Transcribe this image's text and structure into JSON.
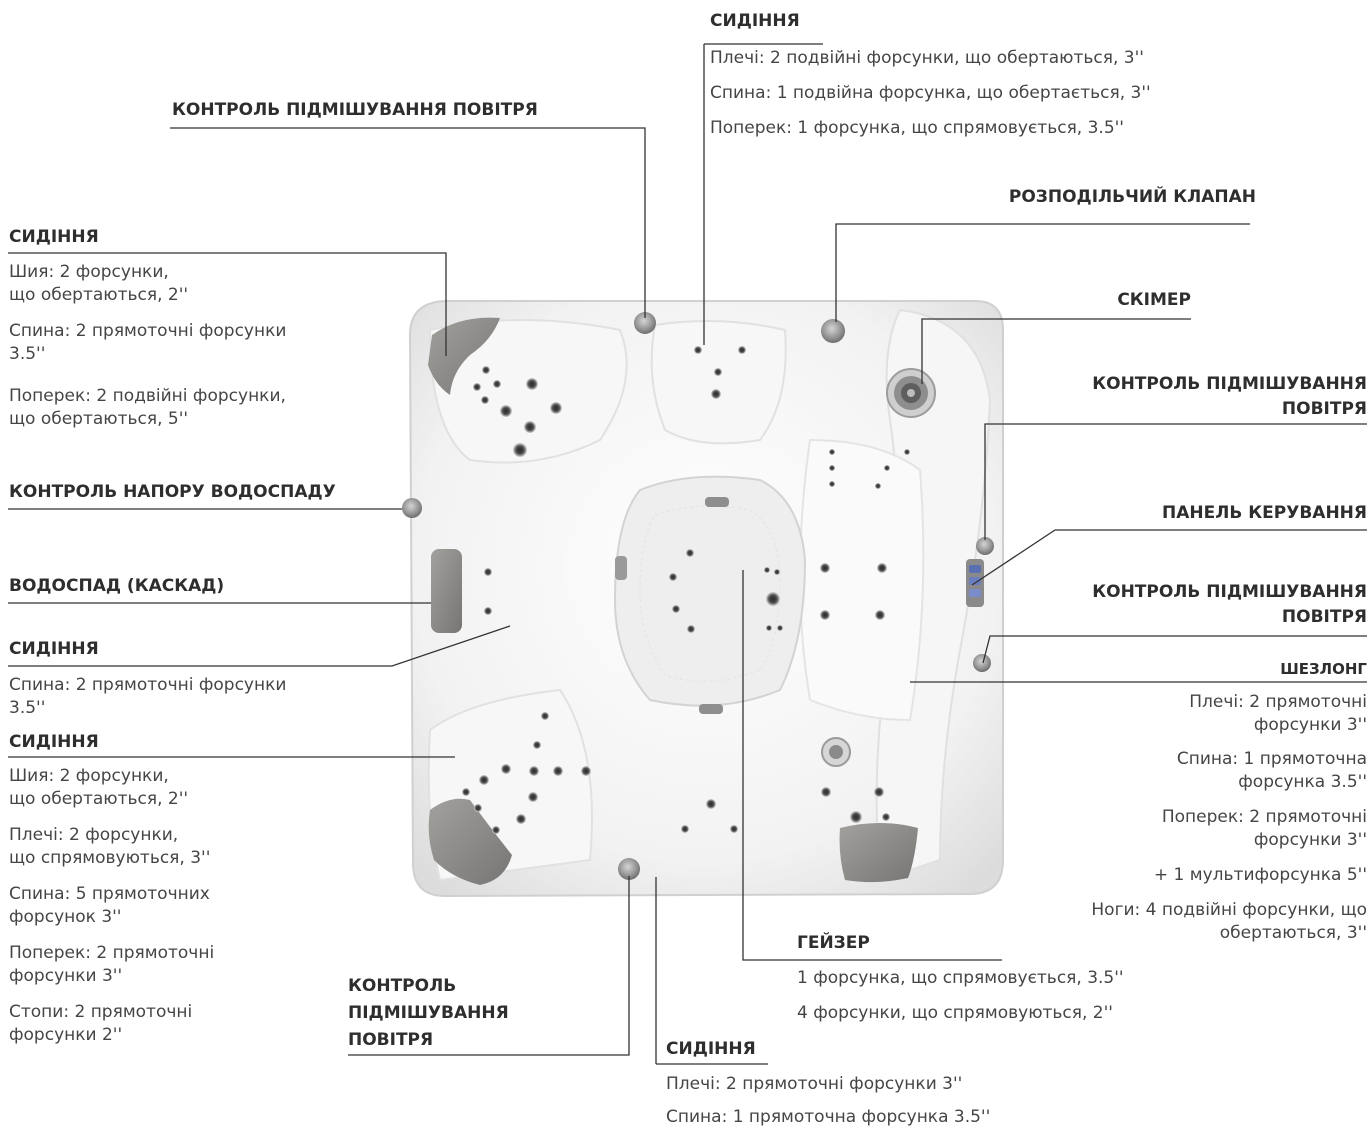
{
  "colors": {
    "leader": "#333333",
    "shell": "#f4f4f4",
    "pillow": "#8c8a88",
    "jet": "#6b6b6b",
    "text": "#454545",
    "heading": "#2e2e2e"
  },
  "labels": {
    "top_seat": {
      "heading": "СИДІННЯ",
      "lines": [
        "Плечі: 2 подвійні форсунки, що обертаються, 3''",
        "Спина: 1 подвійна форсунка, що обертається, 3''",
        "Поперек: 1 форсунка, що спрямовується, 3.5''"
      ]
    },
    "air_top": {
      "heading": "КОНТРОЛЬ ПІДМІШУВАННЯ ПОВІТРЯ"
    },
    "diverter": {
      "heading": "РОЗПОДІЛЬЧИЙ КЛАПАН"
    },
    "skimmer": {
      "heading": "СКІМЕР"
    },
    "air_right1": {
      "lines": [
        "КОНТРОЛЬ ПІДМІШУВАННЯ",
        "ПОВІТРЯ"
      ]
    },
    "control_panel": {
      "heading": "ПАНЕЛЬ КЕРУВАННЯ"
    },
    "air_right2": {
      "lines": [
        "КОНТРОЛЬ ПІДМІШУВАННЯ",
        "ПОВІТРЯ"
      ]
    },
    "lounger": {
      "heading": "ШЕЗЛОНГ",
      "lines": [
        "Плечі: 2 прямоточні",
        "форсунки 3''",
        "Спина: 1 прямоточна",
        "форсунка 3.5''",
        "Поперек: 2 прямоточні",
        "форсунки 3''",
        "+ 1 мультифорсунка 5''",
        "Ноги: 4 подвійні форсунки, що",
        "обертаються, 3''"
      ]
    },
    "left_seat1": {
      "heading": "СИДІННЯ",
      "lines": [
        "Шия: 2 форсунки,",
        "що обертаються, 2''",
        "Спина: 2 прямоточні форсунки",
        "3.5''",
        "Поперек: 2 подвійні форсунки,",
        "що обертаються, 5''"
      ]
    },
    "waterfall_pressure": {
      "heading": "КОНТРОЛЬ НАПОРУ ВОДОСПАДУ"
    },
    "waterfall": {
      "heading": "ВОДОСПАД (КАСКАД)"
    },
    "left_seat2": {
      "heading": "СИДІННЯ",
      "lines": [
        "Спина: 2 прямоточні форсунки",
        "3.5''"
      ]
    },
    "left_seat3": {
      "heading": "СИДІННЯ",
      "lines": [
        "Шия: 2 форсунки,",
        "що обертаються, 2''",
        "Плечі: 2 форсунки,",
        "що спрямовуються, 3''",
        "Спина: 5 прямоточних",
        "форсунок 3''",
        "Поперек: 2 прямоточні",
        "форсунки 3''",
        "Стопи: 2 прямоточні",
        "форсунки 2''"
      ]
    },
    "air_bottom": {
      "lines": [
        "КОНТРОЛЬ",
        "ПІДМІШУВАННЯ",
        "ПОВІТРЯ"
      ]
    },
    "geyser": {
      "heading": "ГЕЙЗЕР",
      "lines": [
        "1 форсунка, що спрямовується, 3.5''",
        "4 форсунки, що спрямовуються,  2''"
      ]
    },
    "bottom_seat": {
      "heading": "СИДІННЯ",
      "lines": [
        "Плечі: 2 прямоточні форсунки 3''",
        "Спина: 1 прямоточна форсунка 3.5''"
      ]
    }
  }
}
